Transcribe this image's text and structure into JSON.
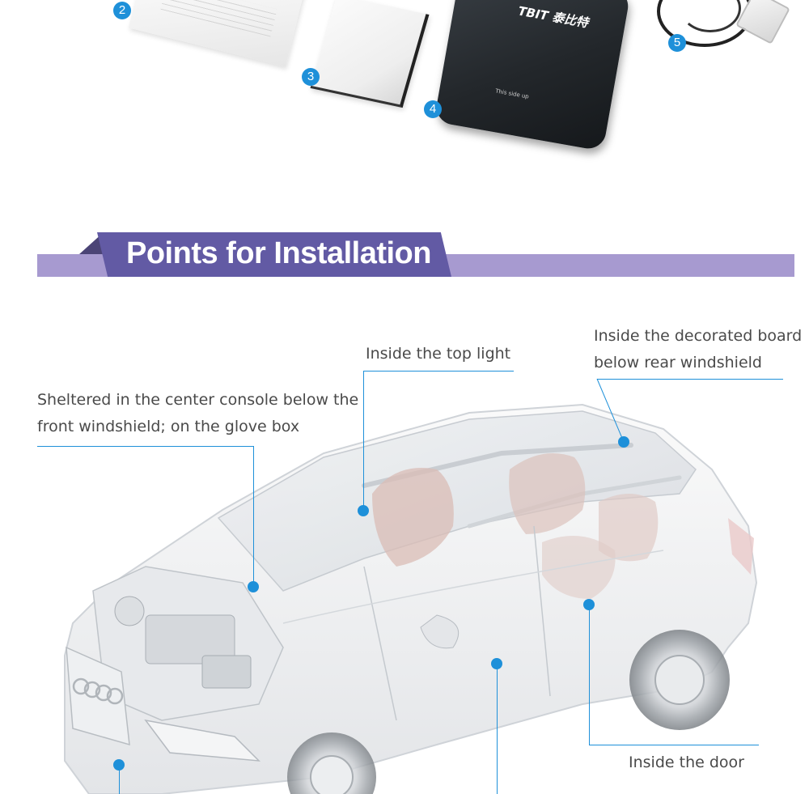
{
  "package": {
    "badges": [
      "2",
      "3",
      "4",
      "5"
    ],
    "device_brand": "TBIT 泰比特",
    "device_label": "This side up"
  },
  "section": {
    "title": "Points for Installation"
  },
  "callouts": {
    "top_light": "Inside the top light",
    "rear_board_line1": "Inside the decorated board",
    "rear_board_line2": "below rear windshield",
    "console_line1": "Sheltered in the center console below the",
    "console_line2": "front windshield; on the glove box",
    "door": "Inside the door"
  },
  "colors": {
    "accent": "#1e90d9",
    "header_band": "#a79ad0",
    "header_tab": "#625aa4",
    "label_text": "#4a4a4a"
  }
}
